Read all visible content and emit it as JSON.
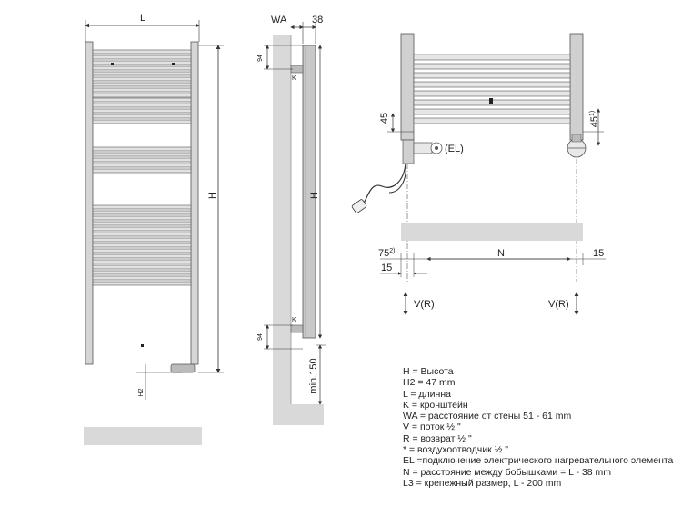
{
  "front": {
    "width_label": "L",
    "height_label": "H",
    "h2_label": "H2"
  },
  "side": {
    "wa_label": "WA",
    "depth_label": "38",
    "top_offset_label": "94",
    "bottom_offset_label": "94",
    "bracket_top_label": "K",
    "bracket_bottom_label": "K",
    "height_label": "H",
    "min_floor_label": "min.150"
  },
  "detail": {
    "left_offset_label": "45",
    "right_offset_label": "45",
    "right_offset_note": "1)",
    "el_label": "(EL)",
    "left_inset_label": "75",
    "left_inset_note": "2)",
    "span_label": "N",
    "right_edge_label": "15",
    "bottom_left_label": "15",
    "flow_left_label": "V(R)",
    "flow_right_label": "V(R)"
  },
  "legend": [
    "H = Высота",
    "H2 = 47 mm",
    "L = длинна",
    "K = кронштейн",
    "WA = расстояние от стены 51 - 61 mm",
    "V = поток ½ \"",
    "R = возврат ½ \"",
    "* = воздухоотводчик ½ \"",
    "EL =подключение электрического нагревательного элемента",
    "N = расстояние между бобышками = L - 38 mm",
    "L3 = крепежный размер, L - 200 mm"
  ],
  "colors": {
    "outline": "#555555",
    "panel_fill": "#cfcfcf",
    "floor_fill": "#d9d9d9"
  }
}
